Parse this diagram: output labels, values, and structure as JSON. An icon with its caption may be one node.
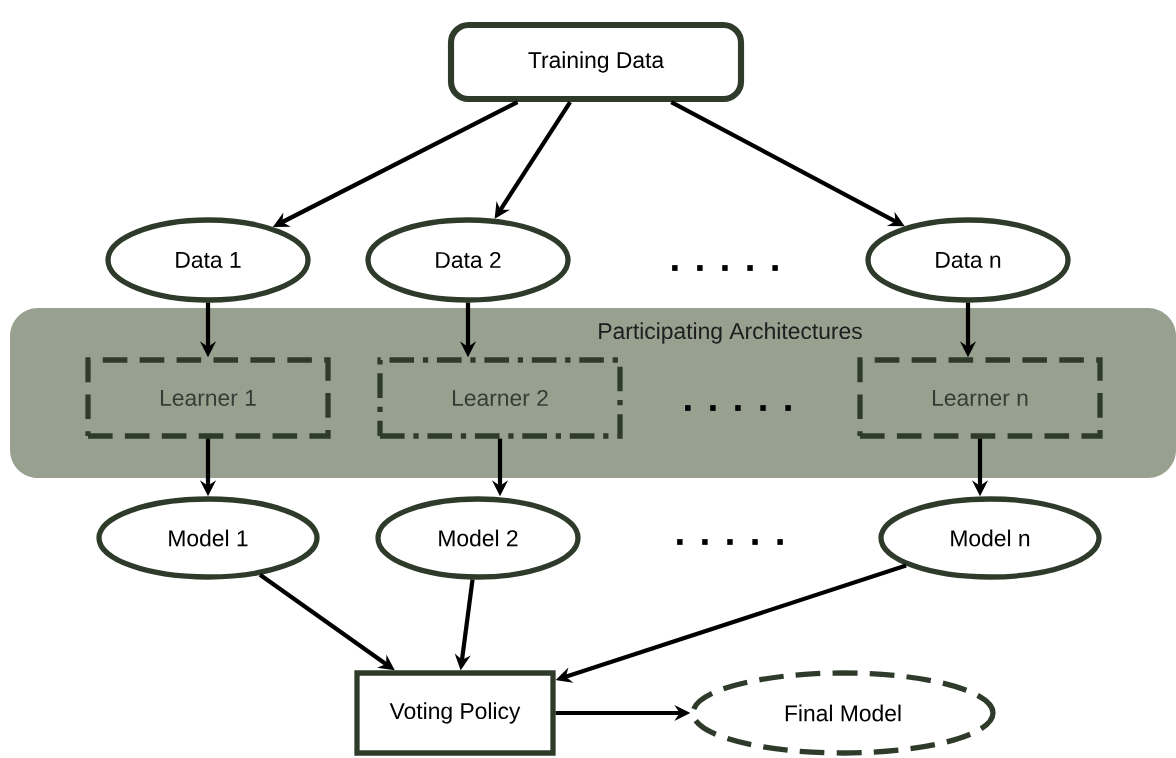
{
  "diagram": {
    "nodes": [
      {
        "text": [
          "Training Data"
        ]
      },
      {
        "text": [
          "Data 1"
        ]
      },
      {
        "text": [
          "Data 2"
        ]
      },
      {
        "text": [
          "Data n"
        ]
      },
      {
        "text": [
          "Participating Architectures"
        ]
      },
      {
        "text": [
          "Learner 1"
        ],
        "in": 4
      },
      {
        "text": [
          "Learner 2"
        ],
        "in": 4
      },
      {
        "text": [
          "Learner n"
        ],
        "in": 4
      },
      {
        "text": [
          "Model 1"
        ]
      },
      {
        "text": [
          "Model 2"
        ]
      },
      {
        "text": [
          "Model n"
        ]
      },
      {
        "text": [
          "Voting Policy"
        ]
      },
      {
        "text": [
          "Final Model"
        ]
      }
    ],
    "edges": [
      {
        "from": 0,
        "to": 1,
        "arrow": "to"
      },
      {
        "from": 0,
        "to": 2,
        "arrow": "to"
      },
      {
        "from": 0,
        "to": 3,
        "arrow": "to"
      },
      {
        "from": 1,
        "to": 5,
        "arrow": "to"
      },
      {
        "from": 2,
        "to": 6,
        "arrow": "to"
      },
      {
        "from": 3,
        "to": 7,
        "arrow": "to"
      },
      {
        "from": 5,
        "to": 8,
        "arrow": "to"
      },
      {
        "from": 6,
        "to": 9,
        "arrow": "to"
      },
      {
        "from": 7,
        "to": 10,
        "arrow": "to"
      },
      {
        "from": 8,
        "to": 11,
        "arrow": "to"
      },
      {
        "from": 9,
        "to": 11,
        "arrow": "to"
      },
      {
        "from": 10,
        "to": 11,
        "arrow": "to"
      },
      {
        "from": 11,
        "to": 12,
        "arrow": "to"
      }
    ],
    "labels": [
      ". . . . .",
      ". . . . .",
      ". . . . ."
    ]
  }
}
